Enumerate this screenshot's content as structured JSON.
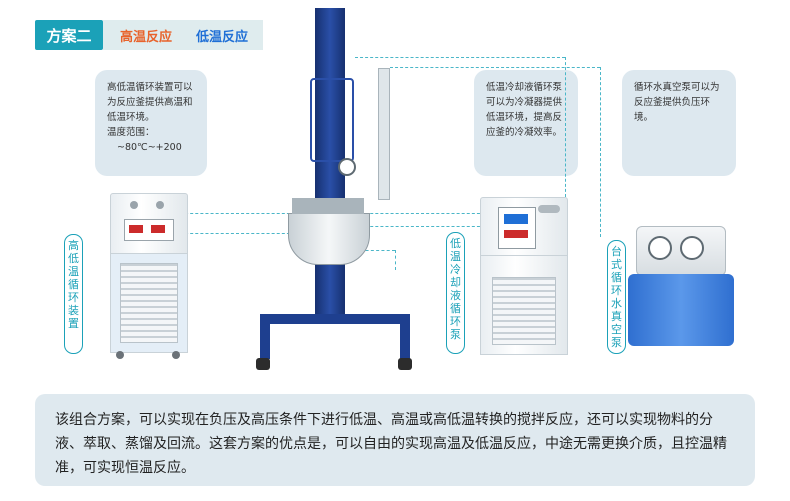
{
  "header": {
    "scheme_tag": "方案二",
    "tab_high_temp": "高温反应",
    "tab_low_temp": "低温反应"
  },
  "callouts": {
    "low_high_circulator": {
      "text": "高低温循环装置可以为反应釜提供高温和低温环境。",
      "temp_label": "温度范围：",
      "temp_range": "~80℃~+200"
    },
    "chiller": {
      "text": "低温冷却液循环泵可以为冷凝器提供低温环境，提高反应釜的冷凝效率。"
    },
    "vacuum_pump": {
      "text": "循环水真空泵可以为反应釜提供负压环境。"
    }
  },
  "labels": {
    "circulator": "高低温循环装置",
    "chiller": "低温冷却液循环泵",
    "vacuum_pump": "台式循环水真空泵"
  },
  "description": "该组合方案，可以实现在负压及高压条件下进行低温、高温或高低温转换的搅拌反应，还可以实现物料的分液、萃取、蒸馏及回流。这套方案的优点是，可以自由的实现高温及低温反应，中途无需更换介质，且控温精准，可实现恒温反应。",
  "colors": {
    "accent": "#1ba1b8",
    "high_temp": "#e8632c",
    "low_temp": "#1f6fd6",
    "frame_blue": "#1e3f8f"
  }
}
